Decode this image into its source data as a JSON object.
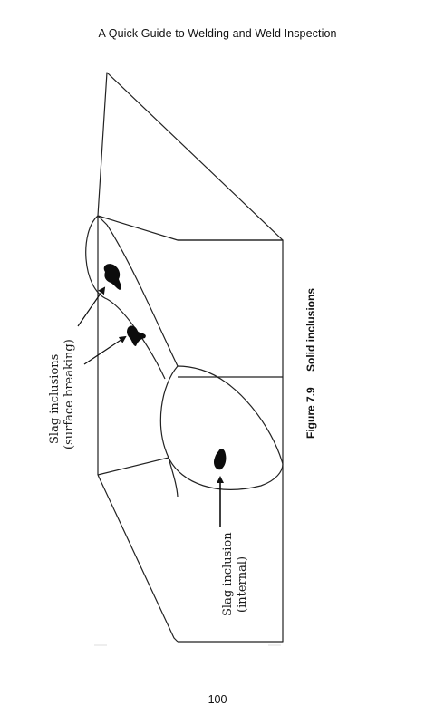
{
  "header": {
    "title": "A Quick Guide to Welding and Weld Inspection"
  },
  "figure": {
    "caption_number": "Figure 7.9",
    "caption_title": "Solid inclusions",
    "labels": {
      "surface_line1": "Slag inclusions",
      "surface_line2": "(surface breaking)",
      "internal_line1": "Slag inclusion",
      "internal_line2": "(internal)"
    }
  },
  "footer": {
    "page_number": "100"
  }
}
